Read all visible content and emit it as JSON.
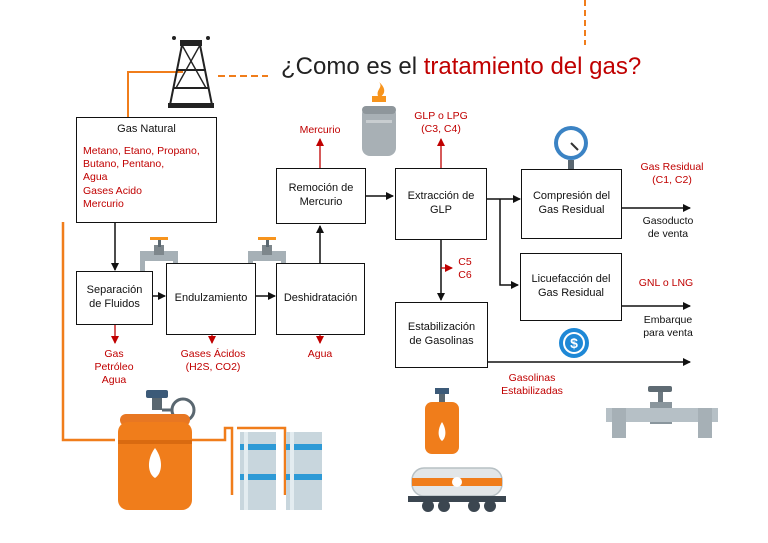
{
  "title": {
    "prefix": "¿Como es el ",
    "accent": "tratamiento del gas?"
  },
  "gas_natural": {
    "header": "Gas Natural",
    "components": [
      "Metano, Etano, Propano,",
      "Butano, Pentano,",
      "Agua",
      "Gases Acido",
      "Mercurio"
    ]
  },
  "boxes": {
    "separacion": [
      "Separación",
      "de Fluidos"
    ],
    "endulzamiento": "Endulzamiento",
    "deshidratacion": "Deshidratación",
    "remocion": [
      "Remoción de",
      "Mercurio"
    ],
    "extraccion": [
      "Extracción de",
      "GLP"
    ],
    "compresion": [
      "Compresión del",
      "Gas Residual"
    ],
    "licuefaccion": [
      "Licuefacción del",
      "Gas Residual"
    ],
    "estabilizacion": [
      "Estabilización",
      "de Gasolinas"
    ]
  },
  "outputs": {
    "separacion": [
      "Gas",
      "Petróleo",
      "Agua"
    ],
    "endulzamiento": [
      "Gases Ácidos",
      "(H2S, CO2)"
    ],
    "deshidratacion": "Agua",
    "mercurio": "Mercurio",
    "glp": [
      "GLP o LPG",
      "(C3, C4)"
    ],
    "c5c6": [
      "C5",
      "C6"
    ],
    "gas_residual": [
      "Gas Residual",
      "(C1, C2)"
    ],
    "gasoducto": [
      "Gasoducto",
      "de venta"
    ],
    "gnl": "GNL o LNG",
    "embarque": [
      "Embarque",
      "para venta"
    ],
    "gasolinas": [
      "Gasolinas",
      "Estabilizadas"
    ]
  },
  "colors": {
    "accent": "#c00000",
    "orange": "#f07d1b",
    "line": "#111111",
    "steel": "#9aa4ab"
  },
  "icons": [
    "oil-derrick-icon",
    "gas-cylinder-icon",
    "pressure-gauge-icon",
    "dollar-coin-icon",
    "valve-icon",
    "gas-tank-icon",
    "storage-tanks-icon",
    "tanker-truck-icon",
    "pipeline-valve-icon"
  ]
}
